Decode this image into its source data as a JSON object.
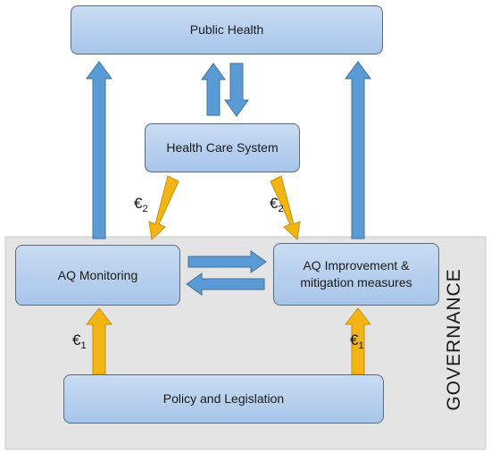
{
  "nodes": {
    "public_health": "Public Health",
    "health_care": "Health Care System",
    "aq_monitoring": "AQ Monitoring",
    "aq_improvement_line1": "AQ Improvement &",
    "aq_improvement_line2": "mitigation measures",
    "policy": "Policy and Legislation"
  },
  "funding": {
    "symbol": "€",
    "sub_1": "1",
    "sub_2": "2"
  },
  "region_label": "GOVERNANCE",
  "colors": {
    "box_fill": "#b6cfed",
    "box_border": "#5b6b7e",
    "blue_arrow": "#5b9bd5",
    "yellow_arrow": "#f2b514",
    "region_bg": "#e4e4e4"
  }
}
